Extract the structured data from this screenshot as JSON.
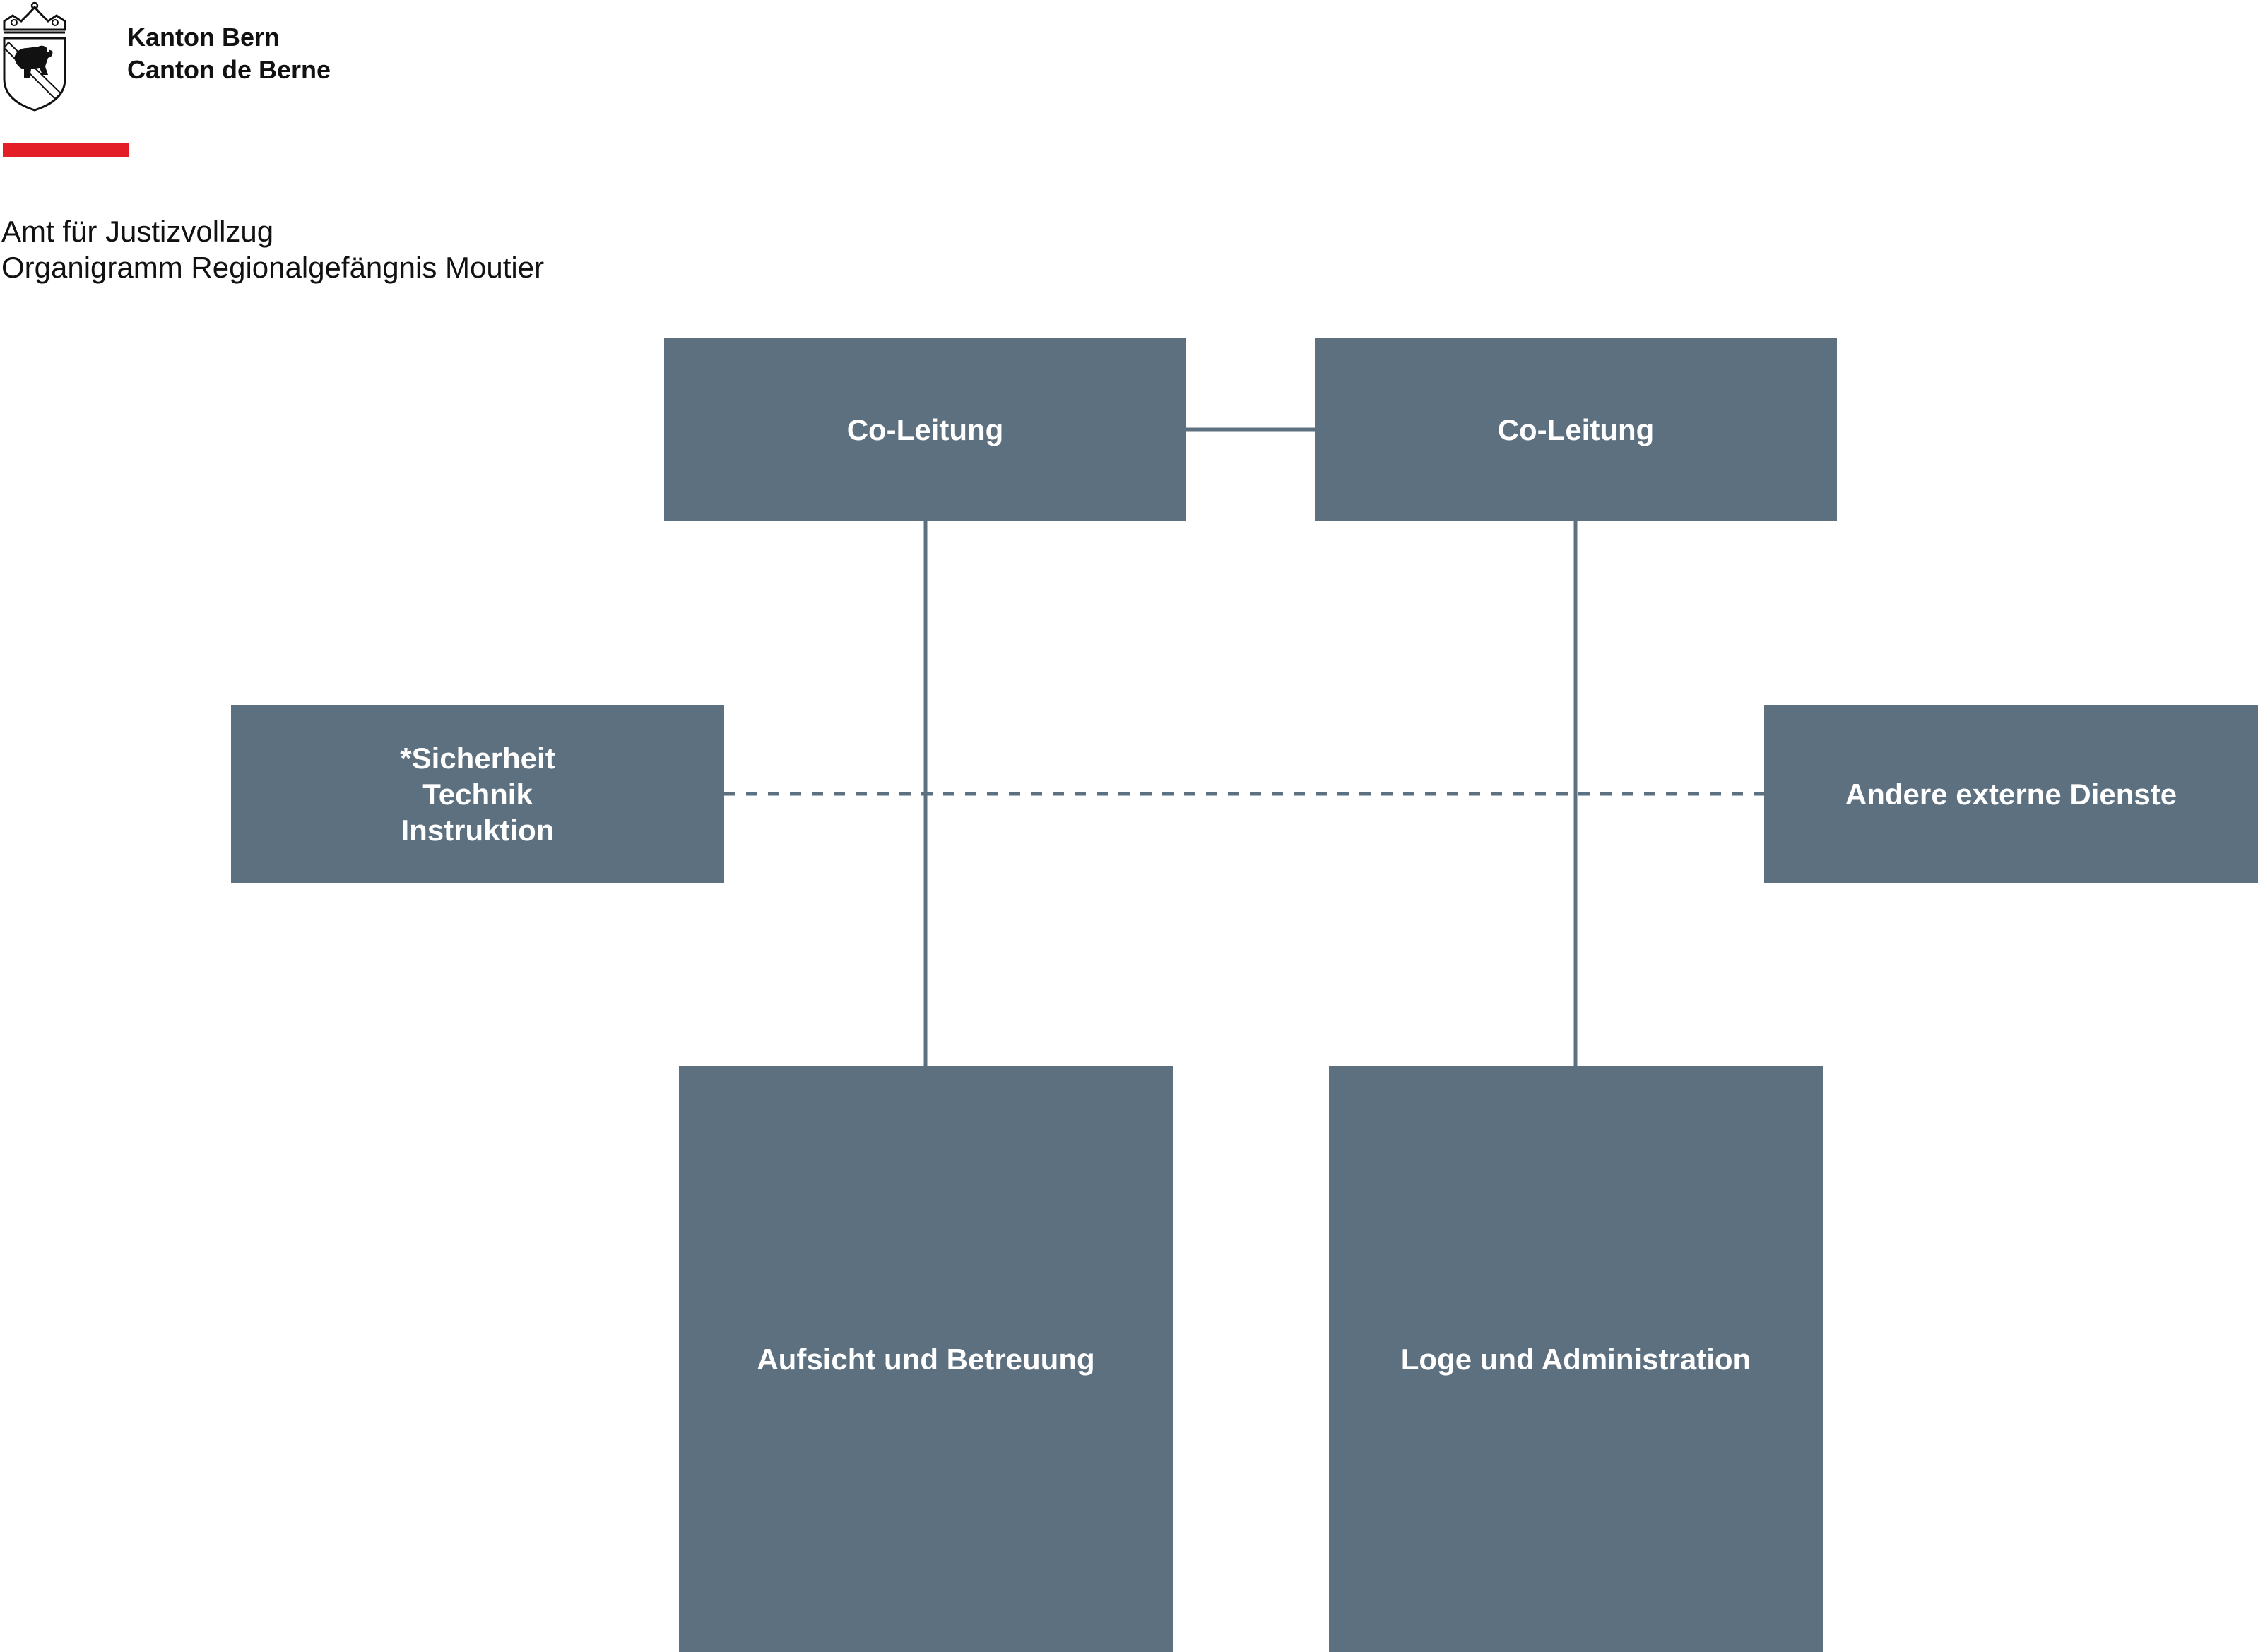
{
  "header": {
    "logo": "bern-coat-of-arms-icon",
    "canton_de": "Kanton Bern",
    "canton_fr": "Canton de Berne",
    "accent_color": "#e41e26"
  },
  "document": {
    "department": "Amt für Justizvollzug",
    "title": "Organigramm Regionalgefängnis Moutier"
  },
  "org_chart": {
    "box_color": "#5d7080",
    "co_leitung_left": "Co-Leitung",
    "co_leitung_right": "Co-Leitung",
    "support_left": [
      "*Sicherheit",
      "Technik",
      "Instruktion"
    ],
    "support_right": "Andere externe Dienste",
    "unit_left": "Aufsicht und Betreuung",
    "unit_right": "Loge und Administration"
  }
}
